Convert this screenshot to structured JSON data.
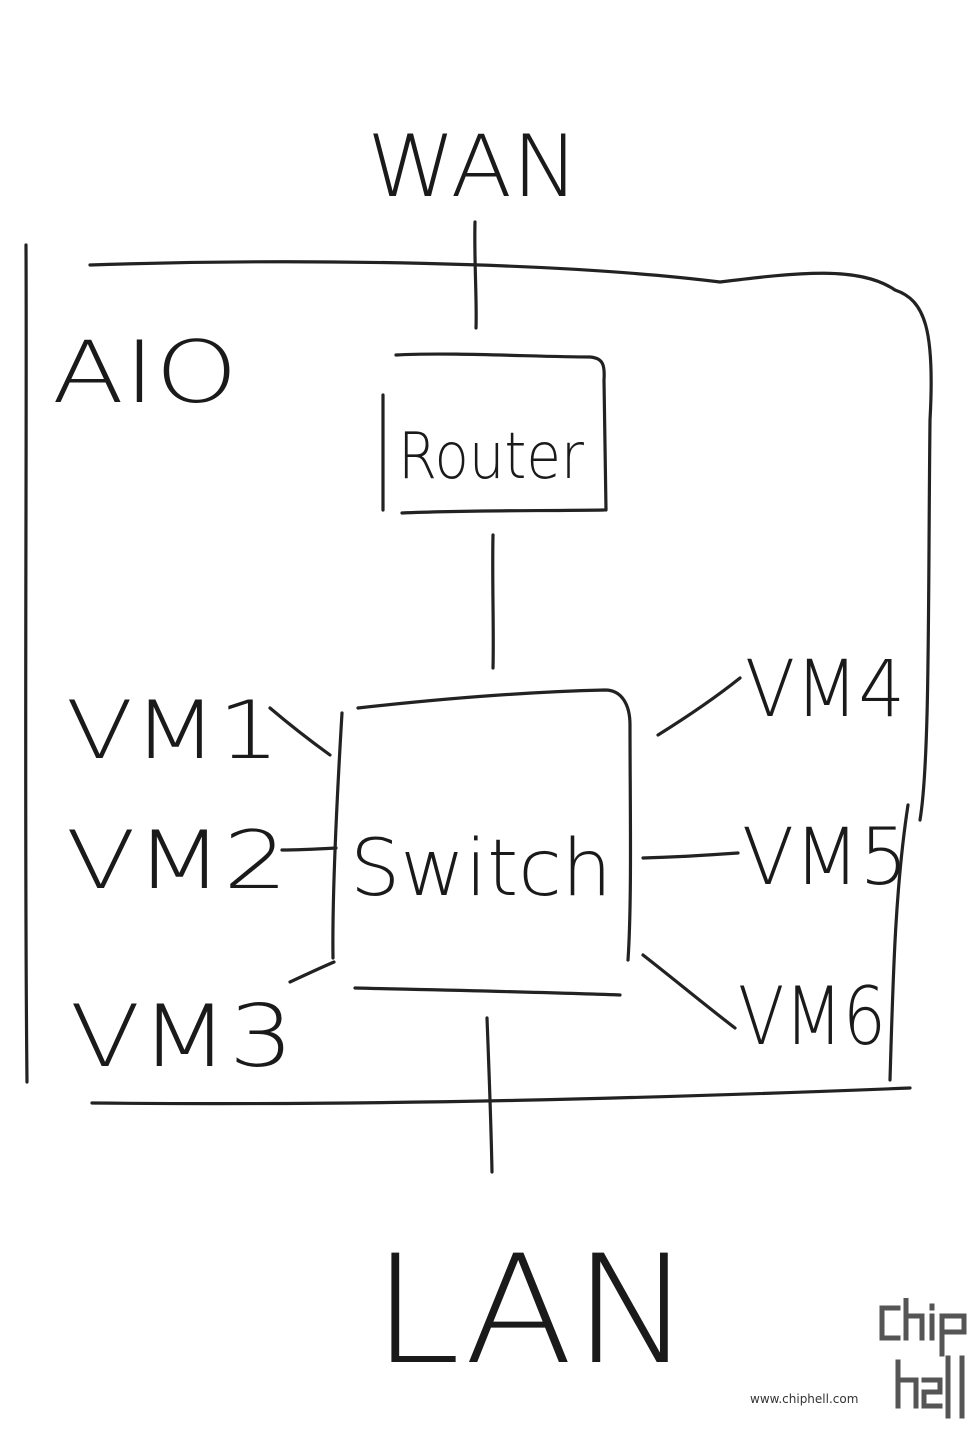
{
  "diagram": {
    "wan_label": "WAN",
    "aio_label": "AIO",
    "router_label": "Router",
    "switch_label": "Switch",
    "lan_label": "LAN",
    "vms": [
      "VM1",
      "VM2",
      "VM3",
      "VM4",
      "VM5",
      "VM6"
    ]
  },
  "watermark": {
    "logo_text": "chip hell",
    "url": "www.chiphell.com"
  }
}
